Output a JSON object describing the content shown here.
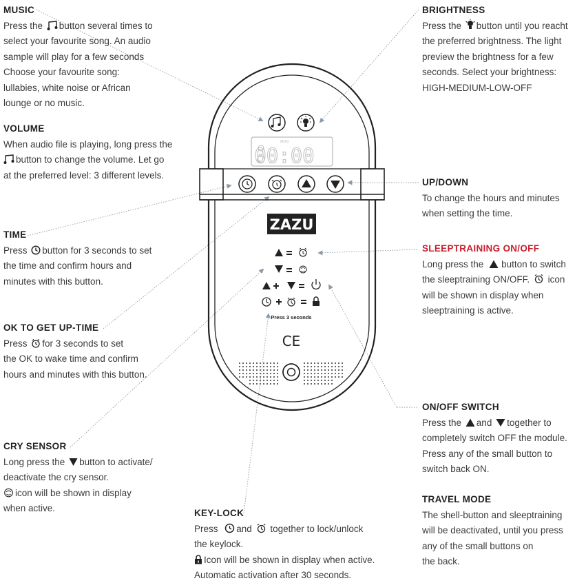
{
  "brand": "ZAZU",
  "display_time": "00:00",
  "display_small_text": "MON",
  "keylock_caption": "Press 3 seconds",
  "ce_mark": "CE",
  "music": {
    "title": "MUSIC",
    "l1a": "Press the",
    "l1b": "button several times to",
    "l2": "select your favourite song. An audio",
    "l3": "sample will play for a few seconds",
    "l4": "Choose your favourite song:",
    "l5": "lullabies, white noise or African",
    "l6": "lounge or no music."
  },
  "volume": {
    "title": "VOLUME",
    "l1": "When audio file is playing, long press the",
    "l2b": "button to change the volume. Let go",
    "l3": "at the preferred level: 3 different levels."
  },
  "time": {
    "title": "TIME",
    "l1a": "Press",
    "l1b": "button for 3 seconds to set",
    "l2": "the time and confirm hours and",
    "l3": "minutes with this button."
  },
  "ok_time": {
    "title": "OK TO GET UP-TIME",
    "l1a": "Press",
    "l1b": "for 3 seconds to set",
    "l2": "the OK to wake time and confirm",
    "l3": "hours and minutes with this button."
  },
  "cry": {
    "title": "CRY SENSOR",
    "l1a": "Long press the",
    "l1b": "button to activate/",
    "l2": "deactivate the cry sensor.",
    "l3b": "icon will be shown in display",
    "l4": "when active."
  },
  "keylock": {
    "title": "KEY-LOCK",
    "l1a": "Press",
    "l1b": "and",
    "l1c": "together to lock/unlock",
    "l2": "the keylock.",
    "l3b": "Icon will be shown in display when active.",
    "l4": "Automatic activation after 30 seconds."
  },
  "brightness": {
    "title": "BRIGHTNESS",
    "l1a": "Press the",
    "l1b": "button until you reacht",
    "l2": "the preferred brightness. The light",
    "l3": "preview the brightness for a few",
    "l4": "seconds. Select your brightness:",
    "l5": "HIGH-MEDIUM-LOW-OFF"
  },
  "updown": {
    "title": "UP/DOWN",
    "l1": "To change the hours and minutes",
    "l2": "when setting the time."
  },
  "sleeptraining": {
    "title": "SLEEPTRAINING ON/OFF",
    "l1a": "Long press the",
    "l1b": "button to switch",
    "l2a": "the sleeptraining ON/OFF.",
    "l2b": "icon",
    "l3": "will be shown in display when",
    "l4": "sleeptraining is active."
  },
  "onoff": {
    "title": "ON/OFF SWITCH",
    "l1a": "Press the",
    "l1b": "and",
    "l1c": "together to",
    "l2": "completely switch OFF the module.",
    "l3": "Press any of the small button to",
    "l4": "switch back ON."
  },
  "travel": {
    "title": "TRAVEL MODE",
    "l1": "The shell-button and sleeptraining",
    "l2": "will be deactivated, until you press",
    "l3": "any of the small buttons on",
    "l4": "the back."
  },
  "colors": {
    "accent_red": "#c8202f",
    "device_outline": "#222222",
    "leader_line": "#8a9aa8"
  }
}
